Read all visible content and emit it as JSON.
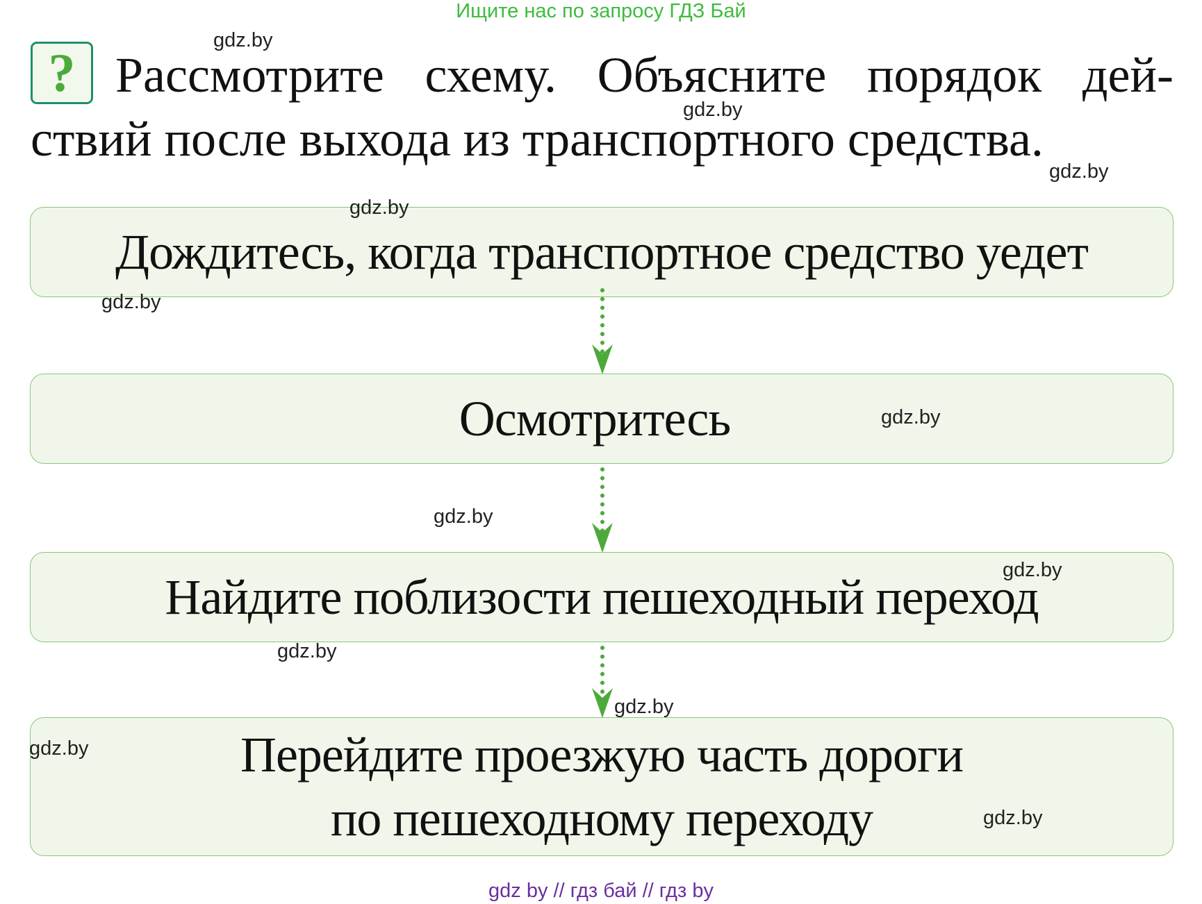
{
  "banner": "Ищите нас по запросу ГДЗ Бай",
  "question": {
    "mark": "?",
    "line1": "Рассмотрите схему. Объясните порядок дей-",
    "line2": "ствий после выхода из транспортного средства."
  },
  "steps": [
    {
      "line1": "Дождитесь, когда транспортное средство уедет"
    },
    {
      "line1": "Осмотритесь"
    },
    {
      "line1": "Найдите поблизости пешеходный переход"
    },
    {
      "line1": "Перейдите проезжую часть дороги",
      "line2": "по пешеходному переходу"
    }
  ],
  "watermark": "gdz.by",
  "footer": "gdz by  //  гдз бай  //  гдз by",
  "colors": {
    "box_fill": "#f0f7ea",
    "box_border": "#8cc57c",
    "arrow": "#4caa3a",
    "banner_text": "#3dbb3d",
    "footer_text": "#6b2fa0",
    "question_mark": "#4caa3a",
    "question_box_border": "#1f8f6c"
  }
}
